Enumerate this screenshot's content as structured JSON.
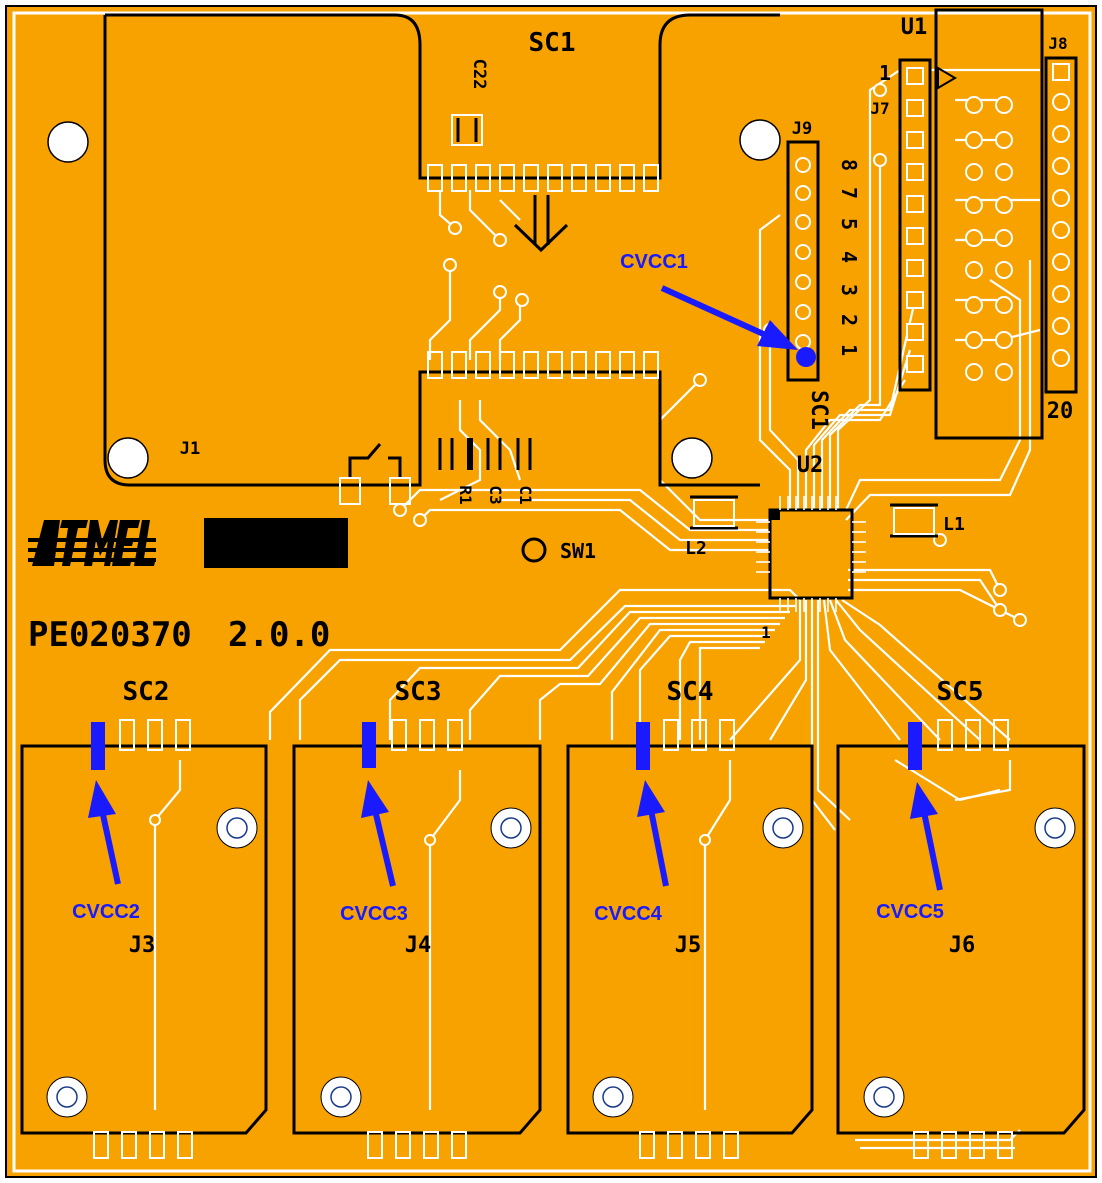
{
  "colors": {
    "board": "#f8a200",
    "silkscreen": "#000000",
    "copper_trace": "#ffffff",
    "annotation": "#1a1aff"
  },
  "board": {
    "part_number": "PE020370",
    "revision": "2.0.0",
    "logo_text": "ATMEL",
    "logo_icon": "atmel-logo-icon"
  },
  "components": {
    "sc1": "SC1",
    "sc1_vertical": "SC1",
    "sc2": "SC2",
    "sc3": "SC3",
    "sc4": "SC4",
    "sc5": "SC5",
    "u1": "U1",
    "u2": "U2",
    "j1": "J1",
    "j3": "J3",
    "j4": "J4",
    "j5": "J5",
    "j6": "J6",
    "j7": "J7",
    "j8": "J8",
    "j9": "J9",
    "sw1": "SW1",
    "l1": "L1",
    "l2": "L2",
    "c22": "C22",
    "r1": "R1",
    "c3": "C3",
    "c1": "C1",
    "pin1_u1": "1",
    "pin20_u1": "20",
    "pin1_u2": "1"
  },
  "j9_pins": [
    "8",
    "7",
    "5",
    "4",
    "3",
    "2",
    "1"
  ],
  "annotations": {
    "cvcc1": "CVCC1",
    "cvcc2": "CVCC2",
    "cvcc3": "CVCC3",
    "cvcc4": "CVCC4",
    "cvcc5": "CVCC5"
  }
}
